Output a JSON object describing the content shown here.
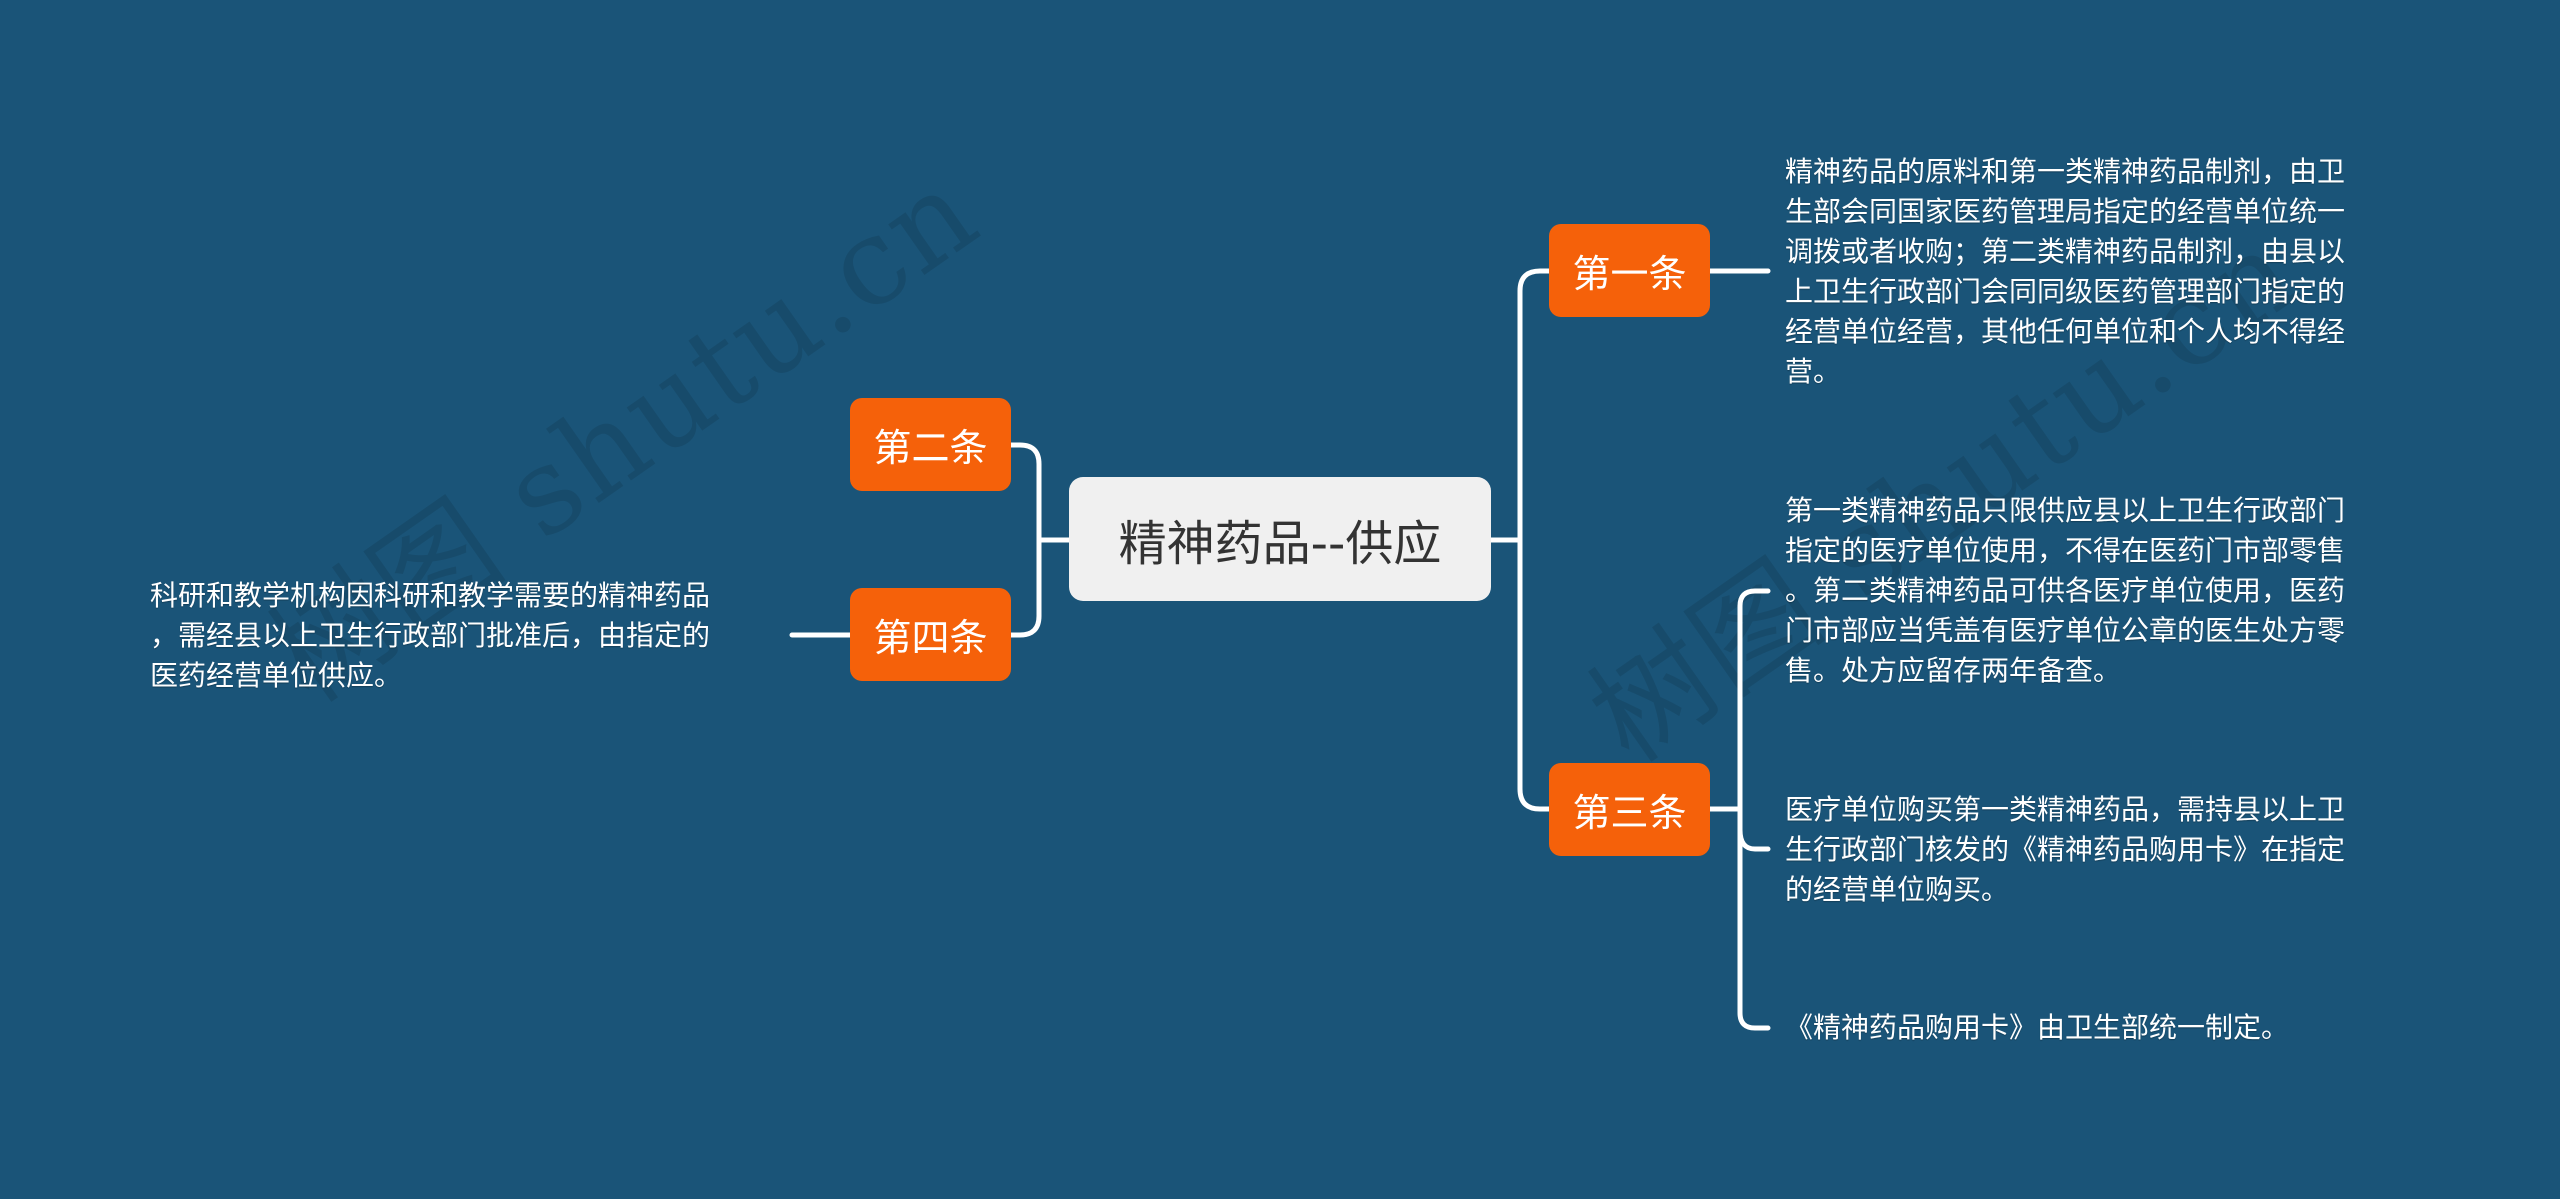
{
  "colors": {
    "background": "#1a5478",
    "root_fill": "#f0f0f0",
    "root_text": "#333333",
    "branch_fill": "#f5610a",
    "branch_text": "#ffffff",
    "leaf_text": "#ffffff",
    "connector": "#ffffff"
  },
  "watermarks": [
    "树图 shutu.cn",
    "树图 shutu.cn"
  ],
  "root": {
    "label": "精神药品--供应"
  },
  "branches": {
    "article1": {
      "label": "第一条",
      "children": [
        "精神药品的原料和第一类精神药品制剂，由卫\n生部会同国家医药管理局指定的经营单位统一\n调拨或者收购；第二类精神药品制剂，由县以\n上卫生行政部门会同同级医药管理部门指定的\n经营单位经营，其他任何单位和个人均不得经\n营。"
      ]
    },
    "article2": {
      "label": "第二条",
      "children": []
    },
    "article3": {
      "label": "第三条",
      "children": [
        "第一类精神药品只限供应县以上卫生行政部门\n指定的医疗单位使用，不得在医药门市部零售\n。第二类精神药品可供各医疗单位使用，医药\n门市部应当凭盖有医疗单位公章的医生处方零\n售。处方应留存两年备查。",
        "医疗单位购买第一类精神药品，需持县以上卫\n生行政部门核发的《精神药品购用卡》在指定\n的经营单位购买。",
        "《精神药品购用卡》由卫生部统一制定。"
      ]
    },
    "article4": {
      "label": "第四条",
      "children": [
        "科研和教学机构因科研和教学需要的精神药品\n，需经县以上卫生行政部门批准后，由指定的\n医药经营单位供应。"
      ]
    }
  }
}
